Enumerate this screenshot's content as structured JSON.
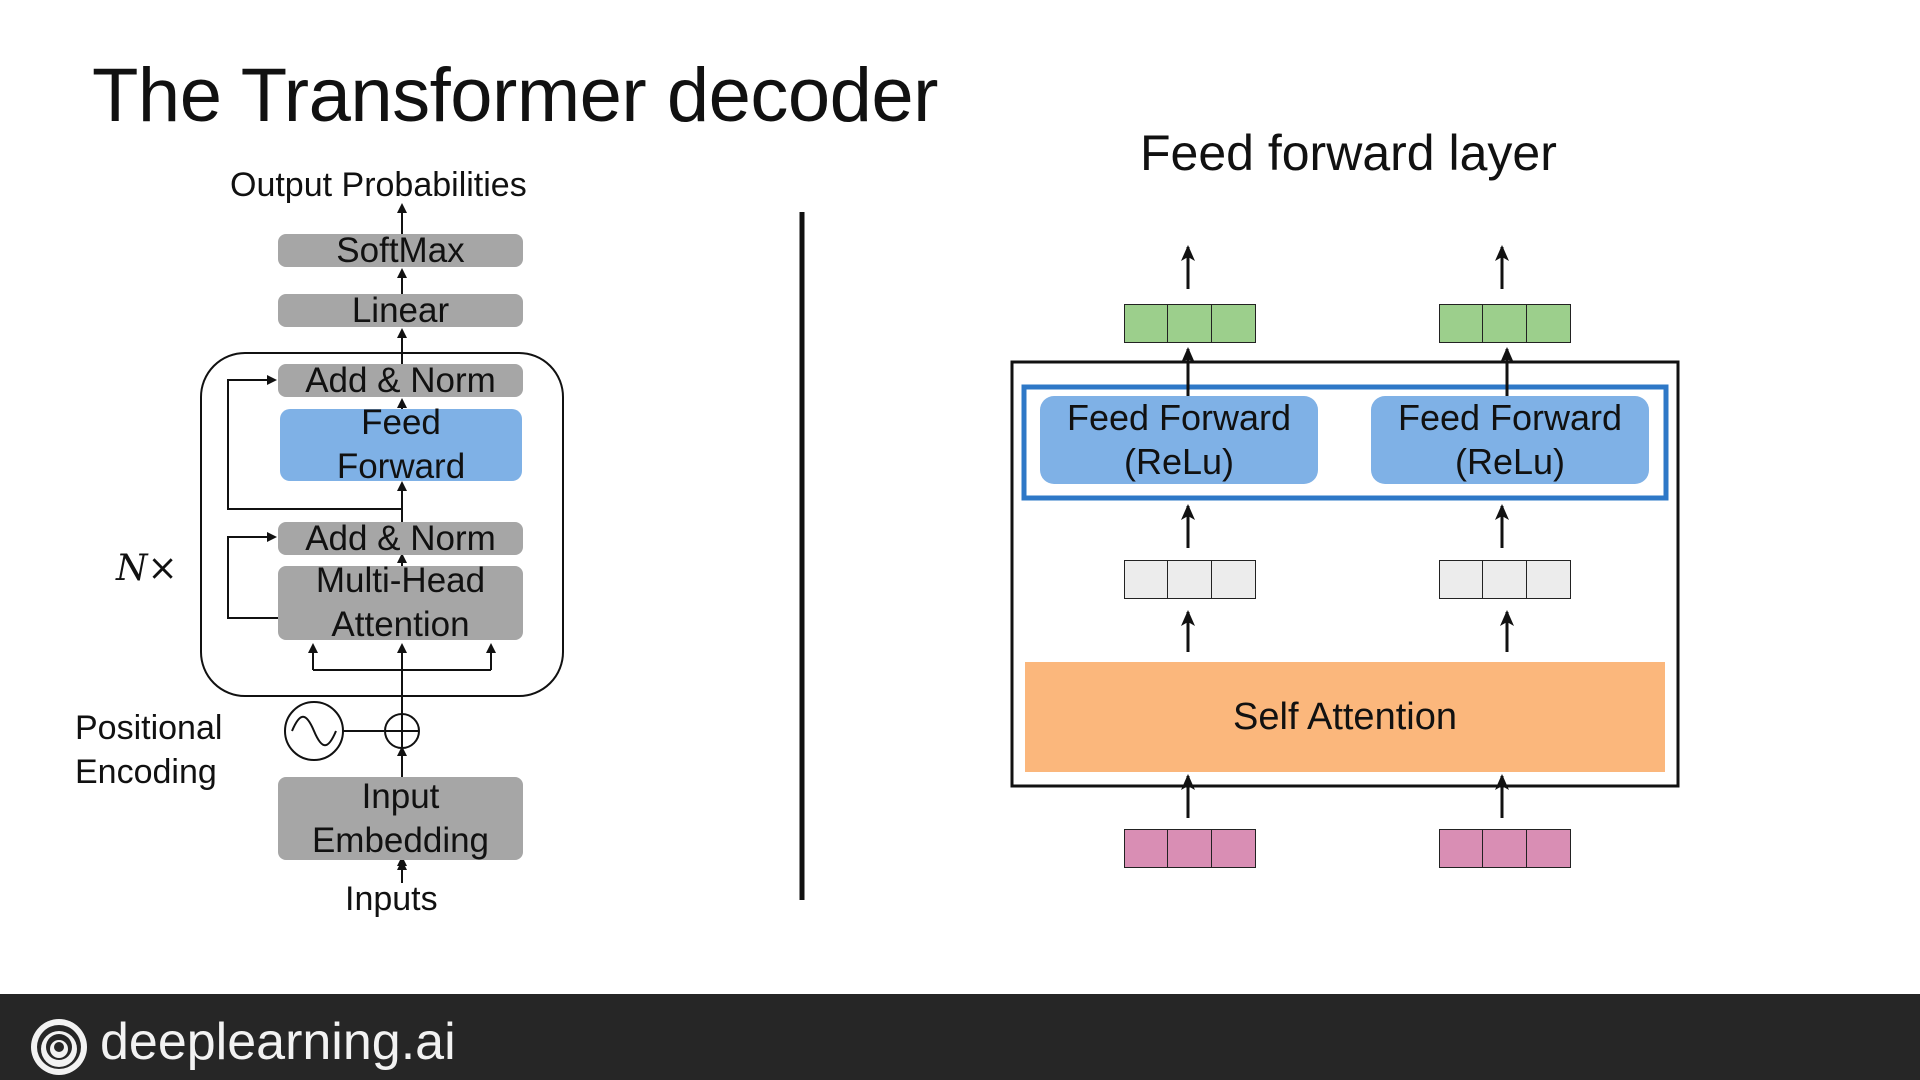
{
  "slide": {
    "title": "The Transformer decoder",
    "subtitle": "Feed forward layer"
  },
  "decoder": {
    "output_label": "Output Probabilities",
    "softmax": "SoftMax",
    "linear": "Linear",
    "add_norm_top": "Add & Norm",
    "feed_forward_line1": "Feed",
    "feed_forward_line2": "Forward",
    "add_norm_bottom": "Add & Norm",
    "attention_line1": "Multi-Head",
    "attention_line2": "Attention",
    "repeat_label": "N×",
    "positional_line1": "Positional",
    "positional_line2": "Encoding",
    "embedding_line1": "Input",
    "embedding_line2": "Embedding",
    "inputs_label": "Inputs"
  },
  "feed_forward_panel": {
    "ff_left_line1": "Feed Forward",
    "ff_left_line2": "(ReLu)",
    "ff_right_line1": "Feed Forward",
    "ff_right_line2": "(ReLu)",
    "self_attention": "Self Attention",
    "colors": {
      "output_vector": "#9ccf8c",
      "hidden_vector": "#ececec",
      "input_vector": "#d98eb4",
      "feed_forward": "#7fb1e6",
      "self_attention": "#fbb77c",
      "highlight_border": "#2e78c7"
    }
  },
  "footer": {
    "brand": "deeplearning.ai"
  }
}
